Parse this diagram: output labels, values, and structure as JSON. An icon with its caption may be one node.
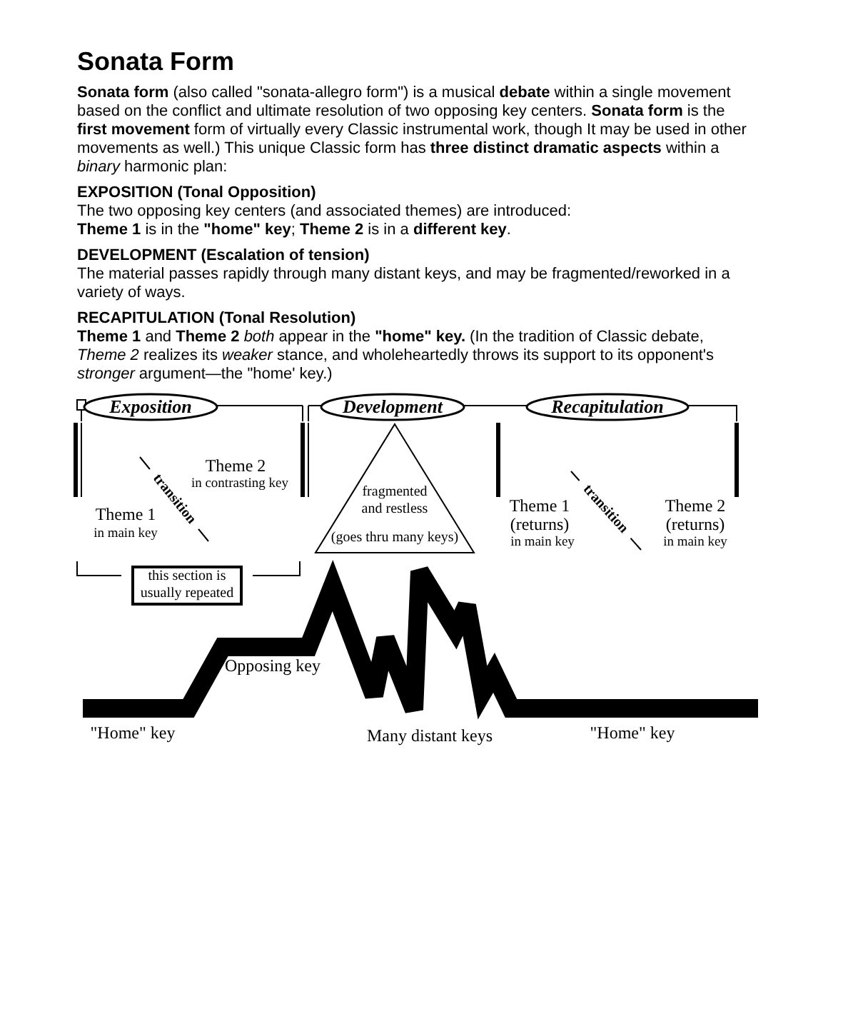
{
  "diagram": {
    "title": "Sonata Form",
    "nodes": [
      {
        "text": [
          "Exposition"
        ]
      },
      {
        "text": [
          "Development"
        ]
      },
      {
        "text": [
          "Recapitulation"
        ]
      },
      {
        "text": [
          "fragmented and restless",
          "(goes thru many keys)"
        ]
      },
      {
        "text": [
          "this section is usually repeated"
        ]
      }
    ],
    "labels": [
      "**Sonata form** (also called \"sonata-allegro form\") is a musical **debate** within a single movement based on the conflict and ultimate resolution of two opposing key centers. **Sonata form** is the **first movement** form of virtually every Classic instrumental work, though It may be used in other movements as well.) This unique Classic form has **three distinct dramatic aspects** within a *binary* harmonic plan:",
      "EXPOSITION (Tonal Opposition)",
      "The two opposing key centers (and associated themes) are introduced:",
      "**Theme 1** is in the **\"home\" key**; **Theme 2** is in a **different key**.",
      "DEVELOPMENT (Escalation of tension)",
      "The material passes rapidly through many distant keys, and may be fragmented/reworked in a variety of ways.",
      "RECAPITULATION (Tonal Resolution)",
      "**Theme 1** and **Theme 2** *both* appear in the **\"home\" key.** (In the tradition of Classic debate, *Theme 2* realizes its *weaker* stance, and wholeheartedly throws its support to its opponent's *stronger* argument—the \"home' key.)",
      "Theme 2",
      "in contrasting key",
      "transition",
      "Theme 1",
      "in main key",
      "Theme 1 (returns)",
      "in main key",
      "transition",
      "Theme 2 (returns)",
      "in main key",
      "Opposing key",
      "\"Home\" key",
      "Many distant keys",
      "\"Home\" key"
    ]
  }
}
